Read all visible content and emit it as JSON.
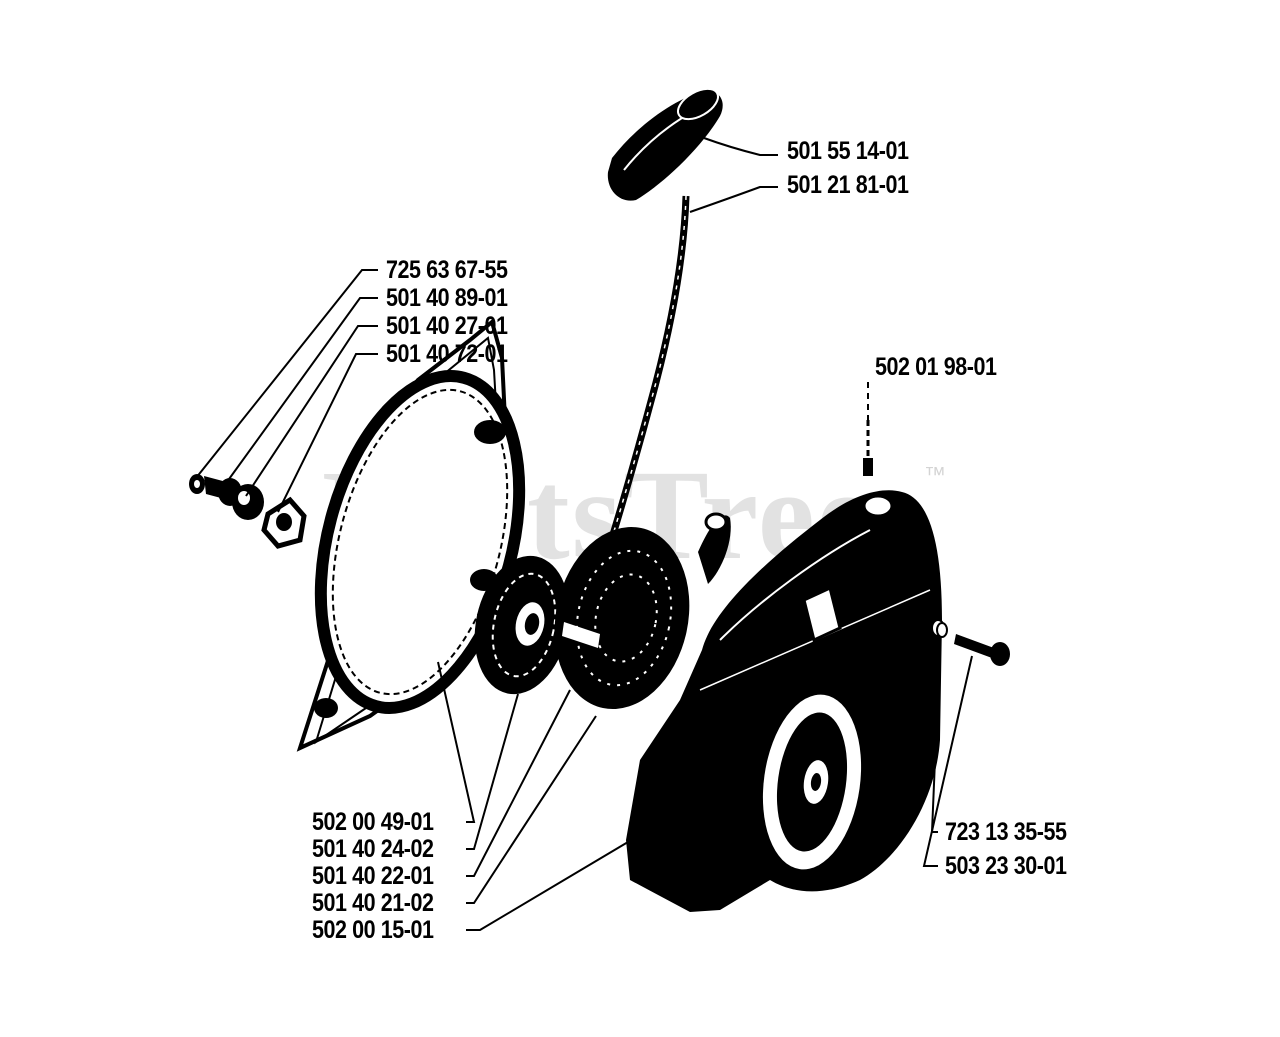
{
  "watermark": {
    "text": "PartsTree",
    "trademark": "™"
  },
  "parts": {
    "handle": "501 55 14-01",
    "rope": "501 21 81-01",
    "washer": "725 63 67-55",
    "bolt": "501 40 89-01",
    "spacer": "501 40 27-01",
    "nut": "501 40 72-01",
    "screw_top": "502 01 98-01",
    "screen": "502 00 49-01",
    "pulley": "501 40 24-02",
    "spring": "501 40 22-01",
    "spring_cover": "501 40 21-02",
    "housing": "502 00 15-01",
    "side_screw": "723 13 35-55",
    "side_washer": "503 23 30-01"
  },
  "colors": {
    "ink": "#000000",
    "paper": "#ffffff",
    "watermark": "#e2e2e2"
  }
}
